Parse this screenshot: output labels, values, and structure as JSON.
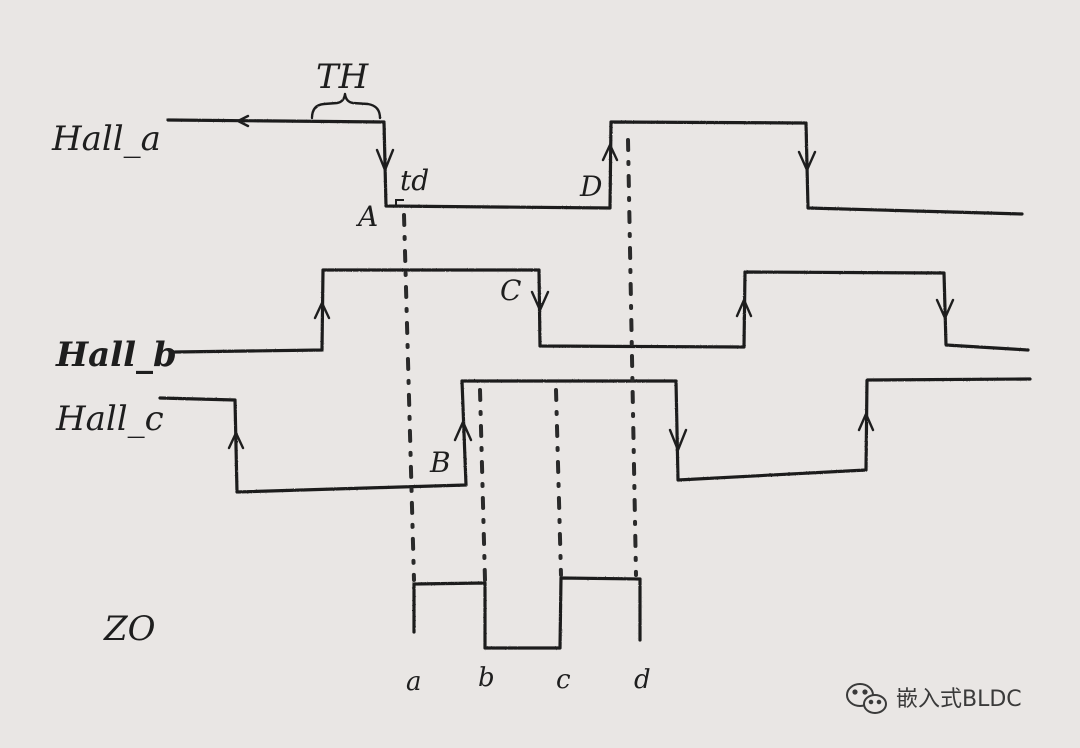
{
  "labels": {
    "hall_a": "Hall_a",
    "hall_b": "Hall_b",
    "hall_c": "Hall_c",
    "zo": "ZO",
    "th": "TH",
    "td": "td",
    "point_a_upper": "A",
    "point_b_upper": "B",
    "point_c_upper": "C",
    "point_d_upper": "D",
    "tick_a": "a",
    "tick_b": "b",
    "tick_c": "c",
    "tick_d": "d"
  },
  "watermark": {
    "text": "嵌入式BLDC",
    "icon": "wechat-icon"
  },
  "colors": {
    "ink": "#1e1e1e",
    "paper": "#e9e6e4",
    "watermark": "#3a3a3a"
  }
}
